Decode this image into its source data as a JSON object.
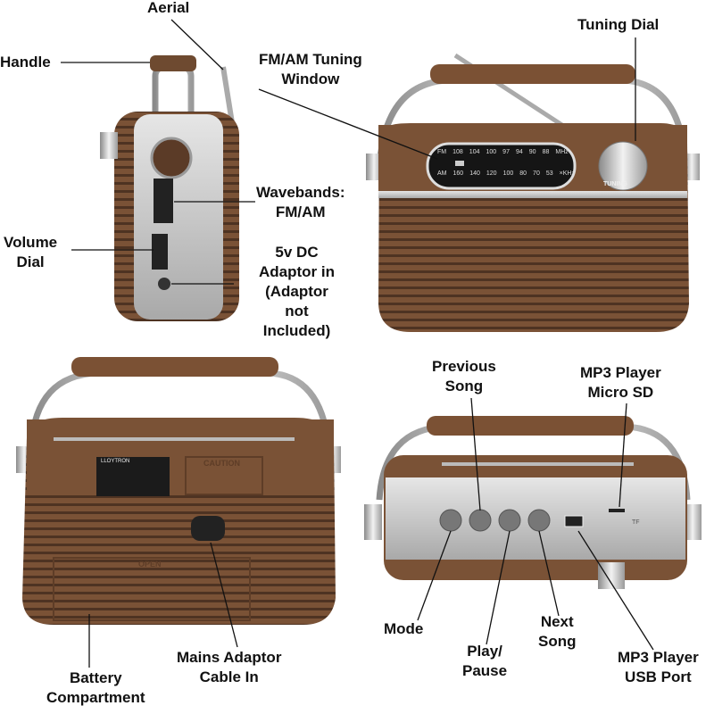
{
  "labels": {
    "aerial": "Aerial",
    "handle": "Handle",
    "tuning_window": [
      "FM/AM Tuning",
      "Window"
    ],
    "tuning_dial": "Tuning Dial",
    "wavebands": [
      "Wavebands:",
      "FM/AM"
    ],
    "volume_dial": [
      "Volume",
      "Dial"
    ],
    "dc_adaptor": [
      "5v DC",
      "Adaptor in",
      "(Adaptor",
      "not",
      "Included)"
    ],
    "previous_song": [
      "Previous",
      "Song"
    ],
    "micro_sd": [
      "MP3 Player",
      "Micro SD"
    ],
    "mode": "Mode",
    "play_pause": [
      "Play/",
      "Pause"
    ],
    "next_song": [
      "Next",
      "Song"
    ],
    "usb_port": [
      "MP3 Player",
      "USB Port"
    ],
    "battery": [
      "Battery",
      "Compartment"
    ],
    "mains": [
      "Mains Adaptor",
      "Cable In"
    ]
  },
  "radio": {
    "fm_band": "FM",
    "am_band": "AM",
    "fm_scale": [
      "108",
      "104",
      "100",
      "97",
      "94",
      "90",
      "88"
    ],
    "fm_unit": "MHz",
    "am_scale": [
      "160",
      "140",
      "120",
      "100",
      "80",
      "70",
      "53"
    ],
    "am_unit": "×KHz",
    "tuning_text": "TUNING",
    "brand": "LLOYTRON",
    "caution": "CAUTION",
    "open": "OPEN",
    "tf": "TF"
  },
  "colors": {
    "wood": "#7a5236",
    "wood_dark": "#4e3322",
    "silver": "#c8c8c8",
    "window": "#1a1a1a"
  }
}
